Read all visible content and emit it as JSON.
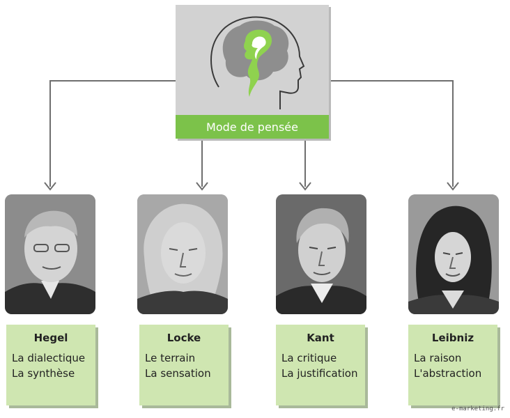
{
  "root": {
    "label": "Mode de pensée",
    "icon": "head-thought-icon"
  },
  "philosophers": [
    {
      "name": "Hegel",
      "concepts": [
        "La dialectique",
        "La synthèse"
      ]
    },
    {
      "name": "Locke",
      "concepts": [
        "Le terrain",
        "La sensation"
      ]
    },
    {
      "name": "Kant",
      "concepts": [
        "La critique",
        "La justification"
      ]
    },
    {
      "name": "Leibniz",
      "concepts": [
        "La raison",
        "L'abstraction"
      ]
    }
  ],
  "credit": "e-marketing.fr",
  "colors": {
    "accent_green": "#7cc24a",
    "card_green": "#cfe6b1",
    "root_gray": "#d2d2d2",
    "connector_gray": "#6e6e6e"
  }
}
